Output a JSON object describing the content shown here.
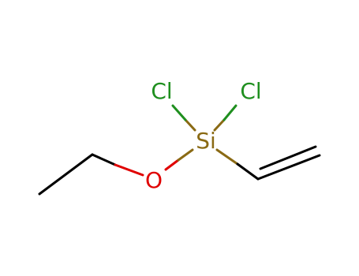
{
  "molecule": {
    "atoms": {
      "cl_left": {
        "symbol": "Cl",
        "color": "#1f8f1f"
      },
      "cl_right": {
        "symbol": "Cl",
        "color": "#1f8f1f"
      },
      "si": {
        "symbol": "Si",
        "color": "#8a6a14"
      },
      "o": {
        "symbol": "O",
        "color": "#e00000"
      }
    },
    "bond_colors": {
      "carbon": "#000000",
      "oxygen": "#e00000",
      "silicon": "#8a6a14",
      "chlorine": "#1f8f1f"
    }
  }
}
